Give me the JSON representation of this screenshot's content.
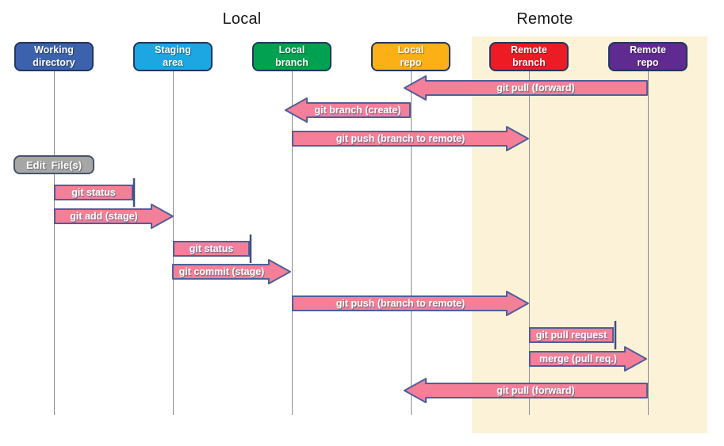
{
  "titles": {
    "local": "Local",
    "remote": "Remote"
  },
  "actors": [
    {
      "id": "working-directory",
      "label": "Working\ndirectory",
      "color": "#3D62AD"
    },
    {
      "id": "staging-area",
      "label": "Staging\narea",
      "color": "#1CA7E2"
    },
    {
      "id": "local-branch",
      "label": "Local\nbranch",
      "color": "#00A150"
    },
    {
      "id": "local-repo",
      "label": "Local\nrepo",
      "color": "#FBB116"
    },
    {
      "id": "remote-branch",
      "label": "Remote\nbranch",
      "color": "#EC1B24"
    },
    {
      "id": "remote-repo",
      "label": "Remote\nrepo",
      "color": "#5F2B91"
    }
  ],
  "note": {
    "label": "Edit  File(s)",
    "fill": "#A6A6A6"
  },
  "messages": [
    {
      "from": "Remote repo",
      "to": "Local repo",
      "style": "arrow-left",
      "label": "git pull (forward)"
    },
    {
      "from": "Local repo",
      "to": "Local branch",
      "style": "arrow-left",
      "label": "git branch (create)"
    },
    {
      "from": "Local branch",
      "to": "Remote branch",
      "style": "arrow-right",
      "label": "git push (branch to remote)"
    },
    {
      "from": "Working directory",
      "to": "Working directory",
      "style": "bar-end",
      "label": "git status"
    },
    {
      "from": "Working directory",
      "to": "Staging area",
      "style": "arrow-right",
      "label": "git add (stage)"
    },
    {
      "from": "Staging area",
      "to": "Staging area",
      "style": "bar-end",
      "label": "git status"
    },
    {
      "from": "Staging area",
      "to": "Local branch",
      "style": "arrow-right",
      "label": "git commit (stage)"
    },
    {
      "from": "Local branch",
      "to": "Remote branch",
      "style": "arrow-right",
      "label": "git push (branch to remote)"
    },
    {
      "from": "Remote branch",
      "to": "Remote branch",
      "style": "bar-end",
      "label": "git pull request"
    },
    {
      "from": "Remote branch",
      "to": "Remote repo",
      "style": "arrow-right",
      "label": "merge (pull req.)"
    },
    {
      "from": "Remote repo",
      "to": "Local repo",
      "style": "arrow-left",
      "label": "git pull (forward)"
    }
  ],
  "palette": {
    "arrow_fill": "#F57F98",
    "arrow_stroke": "#4F5F99",
    "bar_stroke": "#3F4E85",
    "remote_background": "#FCF2D8",
    "lifeline": "#8F8F8F",
    "note_border": "#44546A",
    "actor_border": "#24365E"
  }
}
